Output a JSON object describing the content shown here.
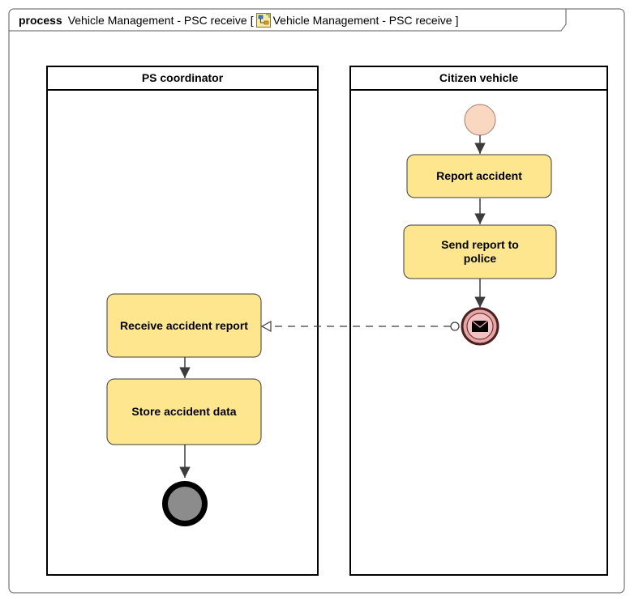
{
  "frame": {
    "keyword": "process",
    "name": "Vehicle Management - PSC receive",
    "bracket_open": "[",
    "reference": "Vehicle Management - PSC receive",
    "bracket_close": "]",
    "reference_icon": "diagram-reference-icon"
  },
  "lanes": [
    {
      "title": "PS coordinator"
    },
    {
      "title": "Citizen vehicle"
    }
  ],
  "tasks": {
    "report_accident": "Report accident",
    "send_report": "Send report to police",
    "receive_report": "Receive accident report",
    "store_data": "Store accident data"
  },
  "events": {
    "start": "start-event",
    "message_end": "message-end-event",
    "end": "end-event"
  },
  "colors": {
    "task_fill": "#fde68e",
    "task_border": "#3c3c3c",
    "start_fill": "#fad7c1",
    "message_end_fill": "#e9a4a4",
    "end_fill": "#8c8c8c",
    "lane_border": "#000000",
    "frame_border": "#5a5a5a"
  }
}
